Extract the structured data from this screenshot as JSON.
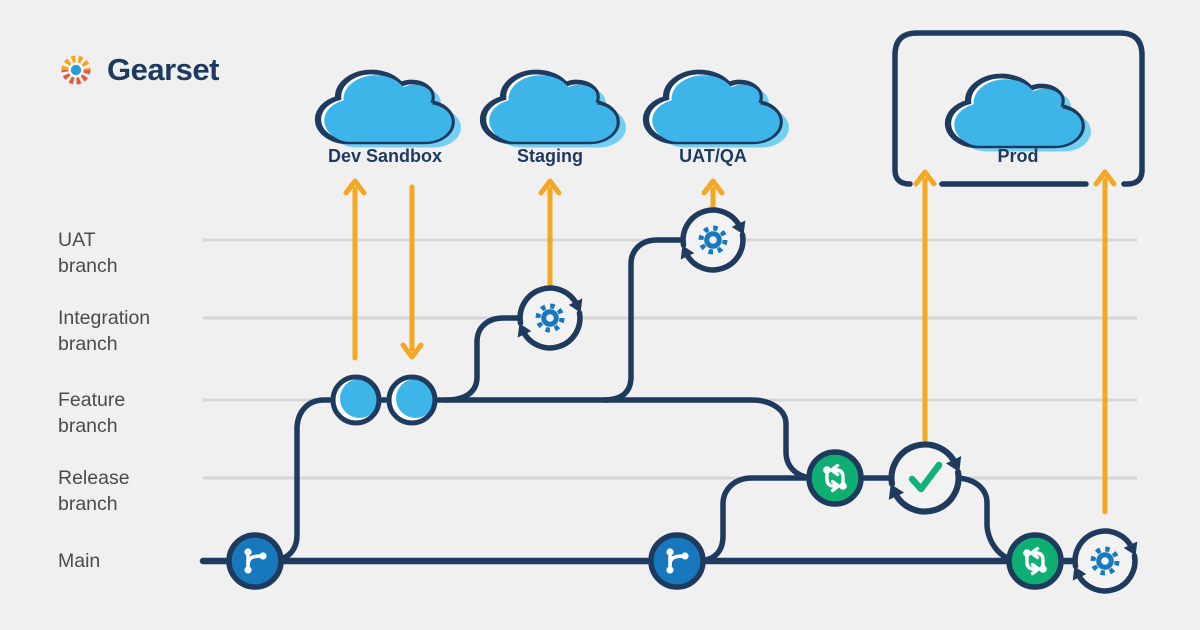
{
  "brand": {
    "name": "Gearset",
    "logo_icon": "gear-logo-icon"
  },
  "environments": [
    {
      "label": "Dev Sandbox",
      "icon": "cloud-icon"
    },
    {
      "label": "Staging",
      "icon": "cloud-icon"
    },
    {
      "label": "UAT/QA",
      "icon": "cloud-icon"
    },
    {
      "label": "Prod",
      "icon": "cloud-icon",
      "boxed": true
    }
  ],
  "branches": [
    {
      "label": "UAT\nbranch"
    },
    {
      "label": "Integration\nbranch"
    },
    {
      "label": "Feature\nbranch"
    },
    {
      "label": "Release\nbranch"
    },
    {
      "label": "Main"
    }
  ],
  "flow": {
    "nodes": [
      {
        "icon": "git-branch-icon",
        "branch": "Main"
      },
      {
        "icon": "commit-icon",
        "branch": "Feature branch"
      },
      {
        "icon": "commit-icon",
        "branch": "Feature branch"
      },
      {
        "icon": "ci-sync-gear-icon",
        "branch": "Integration branch",
        "deploys_to": "Staging"
      },
      {
        "icon": "ci-sync-gear-icon",
        "branch": "UAT branch",
        "deploys_to": "UAT/QA"
      },
      {
        "icon": "git-branch-icon",
        "branch": "Main"
      },
      {
        "icon": "merge-compare-icon",
        "branch": "Release branch"
      },
      {
        "icon": "validated-sync-check-icon",
        "branch": "Release branch",
        "deploys_to": "Prod"
      },
      {
        "icon": "merge-compare-icon",
        "branch": "Main"
      },
      {
        "icon": "ci-sync-gear-icon",
        "branch": "Main",
        "deploys_to": "Prod"
      }
    ],
    "arrows": [
      {
        "from": "Feature branch",
        "to": "Dev Sandbox",
        "direction": "up"
      },
      {
        "from": "Dev Sandbox",
        "to": "Feature branch",
        "direction": "down"
      },
      {
        "from": "Integration branch",
        "to": "Staging",
        "direction": "up"
      },
      {
        "from": "UAT branch",
        "to": "UAT/QA",
        "direction": "up"
      },
      {
        "from": "Release branch",
        "to": "Prod",
        "direction": "up"
      },
      {
        "from": "Main",
        "to": "Prod",
        "direction": "up"
      }
    ]
  },
  "colors": {
    "navy": "#1E3A5F",
    "bright_blue": "#3DB5E8",
    "dark_blue": "#1878BE",
    "green": "#0FAE73",
    "orange": "#F6A722",
    "lane_gray": "#D6D6D8",
    "label_gray": "#4B4B4E",
    "background": "#F0F0F1"
  }
}
